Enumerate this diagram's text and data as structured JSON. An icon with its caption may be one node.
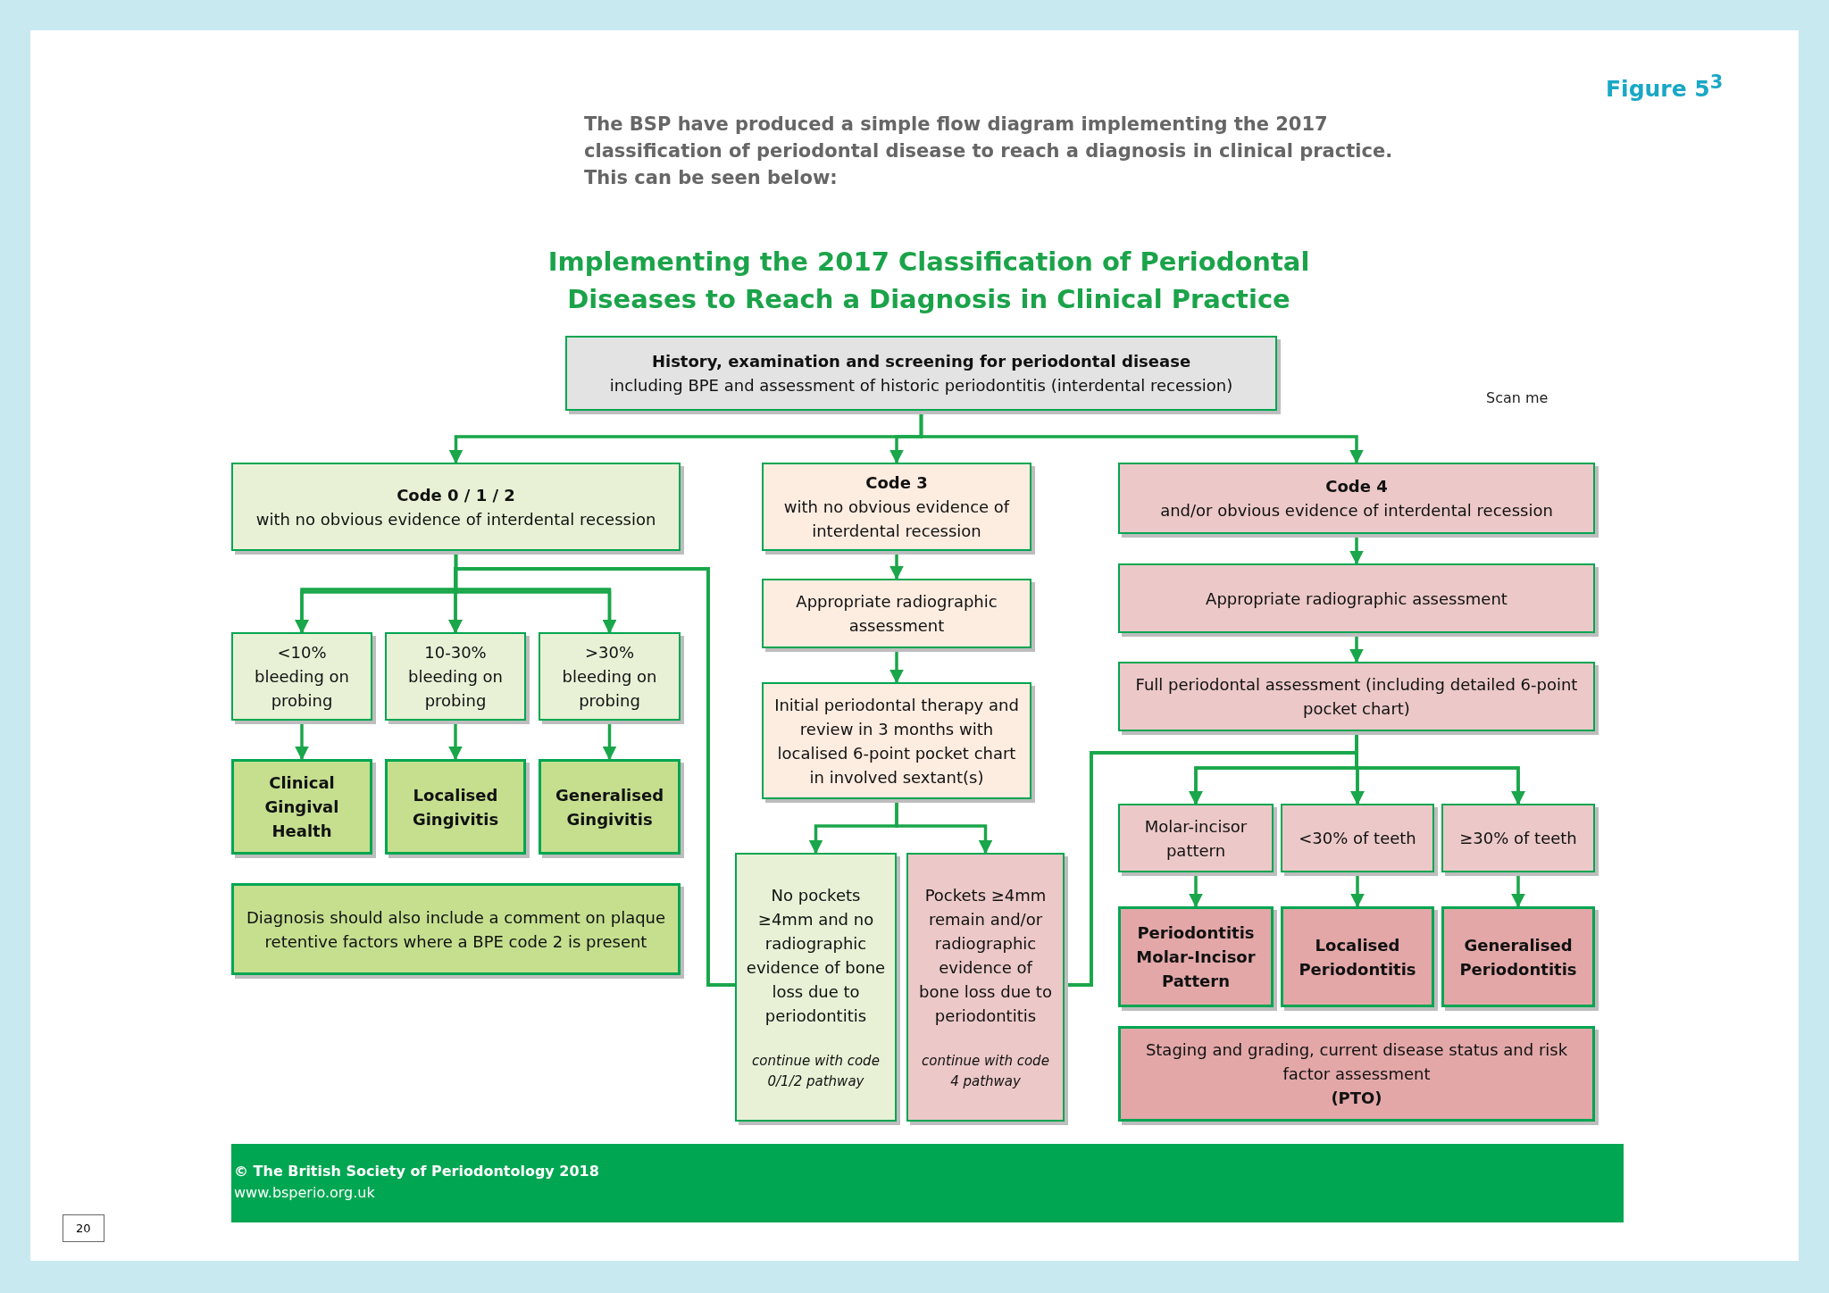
{
  "diagram": {
    "title": "Implementing the 2017 Classification of Periodontal Diseases to Reach a Diagnosis in Clinical Practice",
    "nodes": [
      {
        "text": [
          "History, examination and screening for periodontal disease",
          "including BPE and assessment of historic periodontitis (interdental recession)"
        ]
      },
      {
        "text": [
          "Code 0 / 1 / 2",
          "with no obvious evidence of interdental recession"
        ]
      },
      {
        "text": [
          "Code 3",
          "with no obvious evidence of interdental recession"
        ]
      },
      {
        "text": [
          "Code 4",
          "and/or obvious evidence of interdental recession"
        ]
      },
      {
        "text": [
          "<10% bleeding on probing"
        ]
      },
      {
        "text": [
          "10-30% bleeding on probing"
        ]
      },
      {
        "text": [
          ">30% bleeding on probing"
        ]
      },
      {
        "text": [
          "Clinical Gingival Health"
        ]
      },
      {
        "text": [
          "Localised Gingivitis"
        ]
      },
      {
        "text": [
          "Generalised Gingivitis"
        ]
      },
      {
        "text": [
          "Diagnosis should also include a comment on plaque retentive factors where a BPE code 2 is present"
        ]
      },
      {
        "text": [
          "Appropriate radiographic assessment"
        ]
      },
      {
        "text": [
          "Initial periodontal therapy and review in 3 months with localised 6-point pocket chart in involved sextant(s)"
        ]
      },
      {
        "text": [
          "No pockets ≥4mm and no radiographic evidence of bone loss due to periodontitis",
          "continue with code 0/1/2 pathway"
        ]
      },
      {
        "text": [
          "Pockets ≥4mm remain and/or radiographic evidence of bone loss due to periodontitis",
          "continue with code 4 pathway"
        ]
      },
      {
        "text": [
          "Appropriate radiographic assessment"
        ]
      },
      {
        "text": [
          "Full periodontal assessment (including detailed 6-point pocket chart)"
        ]
      },
      {
        "text": [
          "Molar-incisor pattern"
        ]
      },
      {
        "text": [
          "<30% of teeth"
        ]
      },
      {
        "text": [
          "≥30% of teeth"
        ]
      },
      {
        "text": [
          "Periodontitis Molar-Incisor Pattern"
        ]
      },
      {
        "text": [
          "Localised Periodontitis"
        ]
      },
      {
        "text": [
          "Generalised Periodontitis"
        ]
      },
      {
        "text": [
          "Staging and grading, current disease status and risk factor assessment",
          "(PTO)"
        ]
      }
    ],
    "edges": [
      {
        "from": 0,
        "to": 1,
        "arrow": "to"
      },
      {
        "from": 0,
        "to": 2,
        "arrow": "to"
      },
      {
        "from": 0,
        "to": 3,
        "arrow": "to"
      },
      {
        "from": 1,
        "to": 4,
        "arrow": "to"
      },
      {
        "from": 1,
        "to": 5,
        "arrow": "to"
      },
      {
        "from": 1,
        "to": 6,
        "arrow": "to"
      },
      {
        "from": 4,
        "to": 7,
        "arrow": "to"
      },
      {
        "from": 5,
        "to": 8,
        "arrow": "to"
      },
      {
        "from": 6,
        "to": 9,
        "arrow": "to"
      },
      {
        "from": 13,
        "to": 4,
        "arrow": "to"
      },
      {
        "from": 13,
        "to": 5,
        "arrow": "to"
      },
      {
        "from": 13,
        "to": 6,
        "arrow": "to"
      },
      {
        "from": 2,
        "to": 11,
        "arrow": "to"
      },
      {
        "from": 11,
        "to": 12,
        "arrow": "to"
      },
      {
        "from": 12,
        "to": 13,
        "arrow": "to"
      },
      {
        "from": 12,
        "to": 14,
        "arrow": "to"
      },
      {
        "from": 14,
        "to": 17,
        "arrow": "to"
      },
      {
        "from": 14,
        "to": 18,
        "arrow": "to"
      },
      {
        "from": 14,
        "to": 19,
        "arrow": "to"
      },
      {
        "from": 3,
        "to": 15,
        "arrow": "to"
      },
      {
        "from": 15,
        "to": 16,
        "arrow": "to"
      },
      {
        "from": 16,
        "to": 17,
        "arrow": "to"
      },
      {
        "from": 16,
        "to": 18,
        "arrow": "to"
      },
      {
        "from": 16,
        "to": 19,
        "arrow": "to"
      },
      {
        "from": 17,
        "to": 20,
        "arrow": "to"
      },
      {
        "from": 18,
        "to": 21,
        "arrow": "to"
      },
      {
        "from": 19,
        "to": 22,
        "arrow": "to"
      }
    ],
    "labels": [
      "Figure 5$^{3}$",
      "The BSP have produced a simple flow diagram implementing the 2017 classification of periodontal disease to reach a diagnosis in clinical practice. This can be seen below:",
      "Scan me",
      "© The British Society of Periodontology 2018",
      "www.bsperio.org.uk",
      "20"
    ]
  }
}
